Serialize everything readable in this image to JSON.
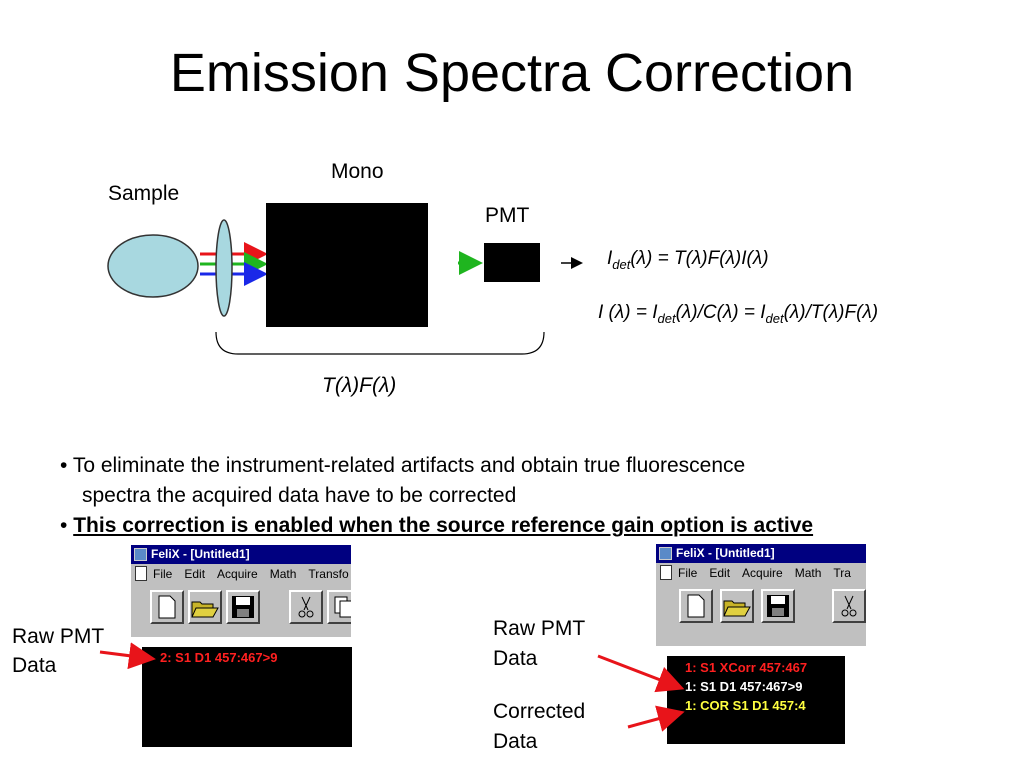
{
  "title": "Emission Spectra Correction",
  "diagram": {
    "mono_label": "Mono",
    "sample_label": "Sample",
    "pmt_label": "PMT",
    "brace_label": "T(λ)F(λ)",
    "arrow_glyph": "→",
    "eq1": {
      "a": "I",
      "a_sub": "det",
      "b": "(λ) = T(λ)F(λ)I(λ)"
    },
    "eq2": {
      "a": "I (λ) = I",
      "a_sub": "det",
      "b": "(λ)/C(λ) = I",
      "b_sub": "det",
      "c": "(λ)/T(λ)F(λ)"
    },
    "colors": {
      "ray_red": "#e8141a",
      "ray_green": "#1fb51f",
      "ray_blue": "#1a28e8",
      "sample_fill": "#a8d8e0",
      "box": "#000000"
    }
  },
  "bullets": [
    {
      "marker": "•",
      "line1": "To eliminate the instrument-related artifacts and obtain true fluorescence",
      "line2": "spectra the acquired data have to be corrected"
    },
    {
      "marker": "•",
      "text": "This correction is enabled when the source reference gain option is active"
    }
  ],
  "screenshot_left": {
    "title": "FeliX - [Untitled1]",
    "menu": [
      "File",
      "Edit",
      "Acquire",
      "Math",
      "Transfo"
    ],
    "lines": [
      {
        "text": "2: S1 D1 457:467>9",
        "color": "#ff2020"
      }
    ],
    "callout": {
      "line1": "Raw PMT",
      "line2": "Data"
    }
  },
  "screenshot_right": {
    "title": "FeliX - [Untitled1]",
    "menu": [
      "File",
      "Edit",
      "Acquire",
      "Math",
      "Tra"
    ],
    "lines": [
      {
        "text": "1: S1 XCorr 457:467",
        "color": "#ff2020"
      },
      {
        "text": "1: S1 D1 457:467>9",
        "color": "#ffffff"
      },
      {
        "text": "1: COR S1 D1 457:4",
        "color": "#ffff40"
      }
    ],
    "callout_raw": {
      "line1": "Raw PMT",
      "line2": "Data"
    },
    "callout_cor": {
      "line1": "Corrected",
      "line2": "Data"
    }
  },
  "arrow_color": "#e8141a"
}
